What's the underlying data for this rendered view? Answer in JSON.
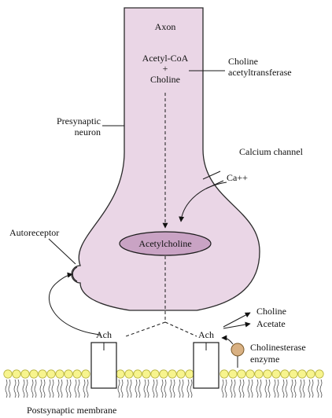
{
  "labels": {
    "axon": "Axon",
    "acetyl_coa": "Acetyl-CoA",
    "plus": "+",
    "choline_top": "Choline",
    "enzyme_line1": "Choline",
    "enzyme_line2": "acetyltransferase",
    "presynaptic_line1": "Presynaptic",
    "presynaptic_line2": "neuron",
    "calcium_channel": "Calcium channel",
    "calcium_ion": "Ca++",
    "autoreceptor": "Autoreceptor",
    "acetylcholine": "Acetylcholine",
    "choline_product": "Choline",
    "acetate_product": "Acetate",
    "ach_left": "Ach",
    "ach_right": "Ach",
    "cholinesterase_line1": "Cholinesterase",
    "cholinesterase_line2": "enzyme",
    "postsynaptic_membrane": "Postsynaptic membrane"
  },
  "colors": {
    "neuron_fill": "#ead6e6",
    "vesicle_fill": "#c9a3c4",
    "lipid_head": "#f7f48e",
    "cholinesterase": "#d9b183"
  }
}
